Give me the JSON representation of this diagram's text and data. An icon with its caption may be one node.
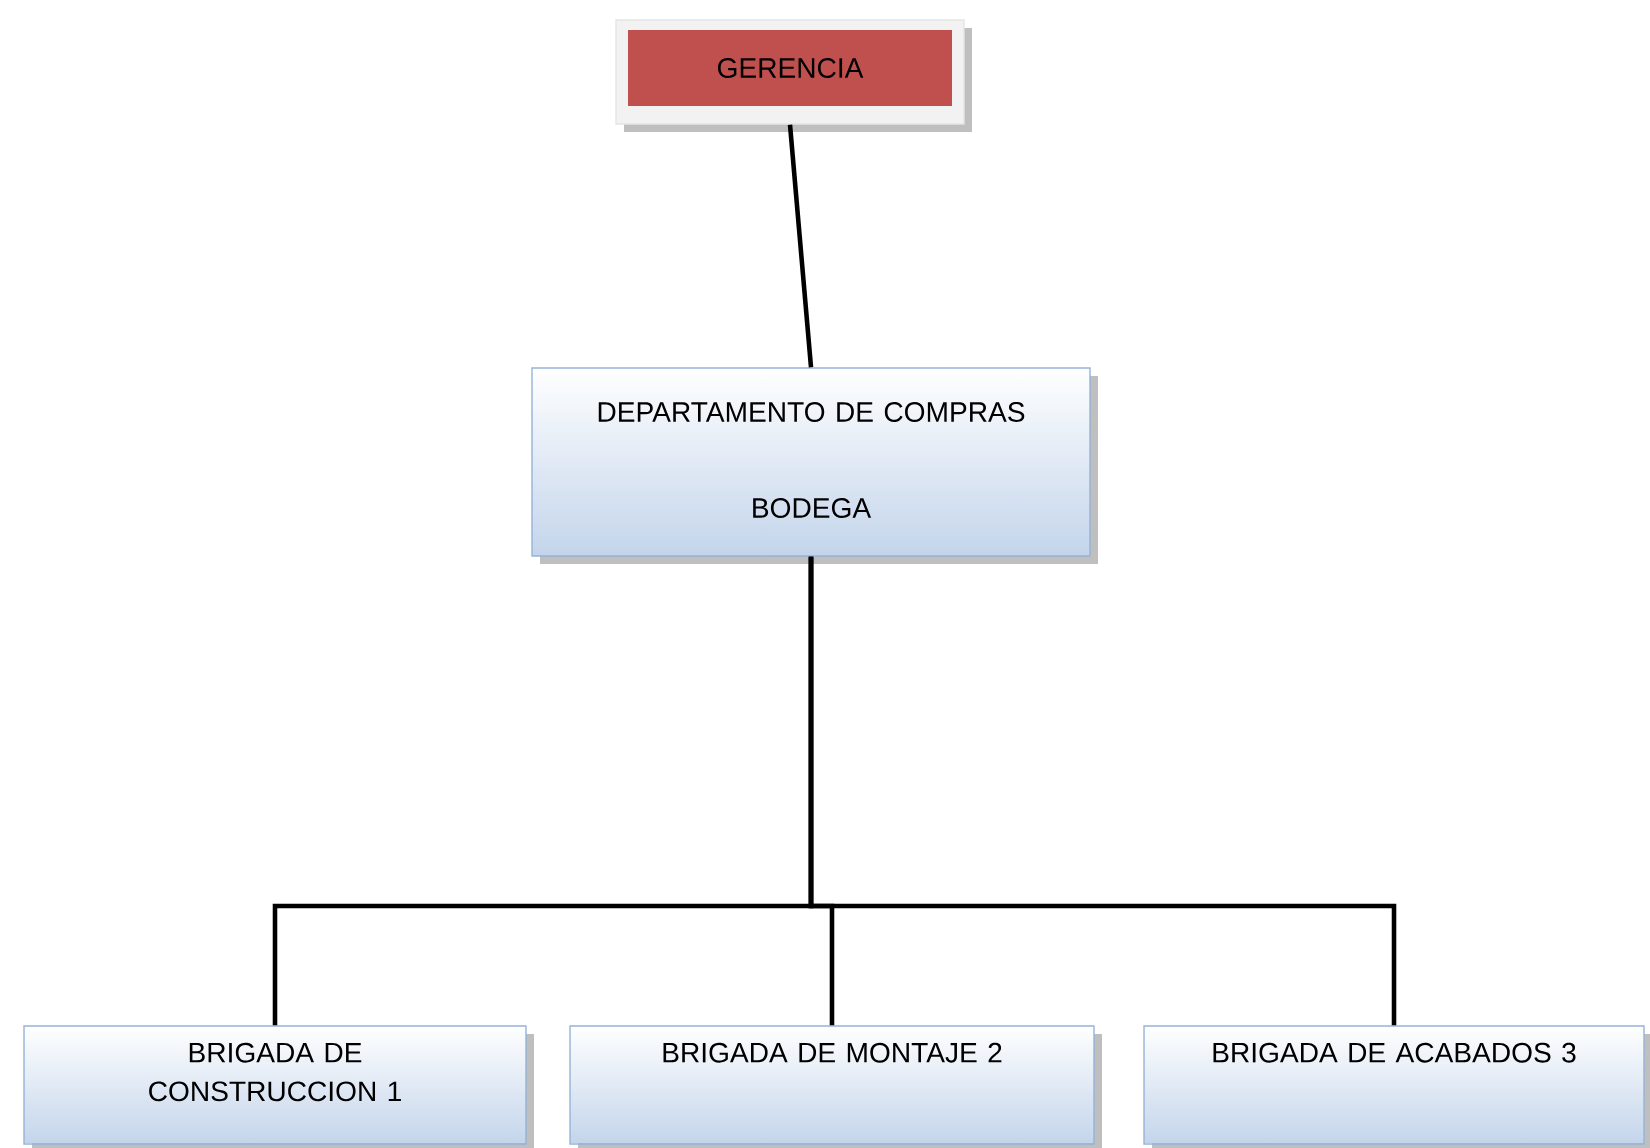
{
  "diagram": {
    "nodes": [
      {
        "text": [
          "GERENCIA"
        ]
      },
      {
        "text": [
          "DEPARTAMENTO DE COMPRAS",
          "BODEGA"
        ]
      },
      {
        "text": [
          "BRIGADA DE CONSTRUCCION 1"
        ]
      },
      {
        "text": [
          "BRIGADA DE MONTAJE 2"
        ]
      },
      {
        "text": [
          "BRIGADA DE ACABADOS 3"
        ]
      }
    ],
    "edges": [
      {
        "from": 0,
        "to": 1,
        "arrow": "none"
      },
      {
        "from": 1,
        "to": 2,
        "arrow": "none"
      },
      {
        "from": 1,
        "to": 3,
        "arrow": "none"
      },
      {
        "from": 1,
        "to": 4,
        "arrow": "none"
      }
    ]
  }
}
